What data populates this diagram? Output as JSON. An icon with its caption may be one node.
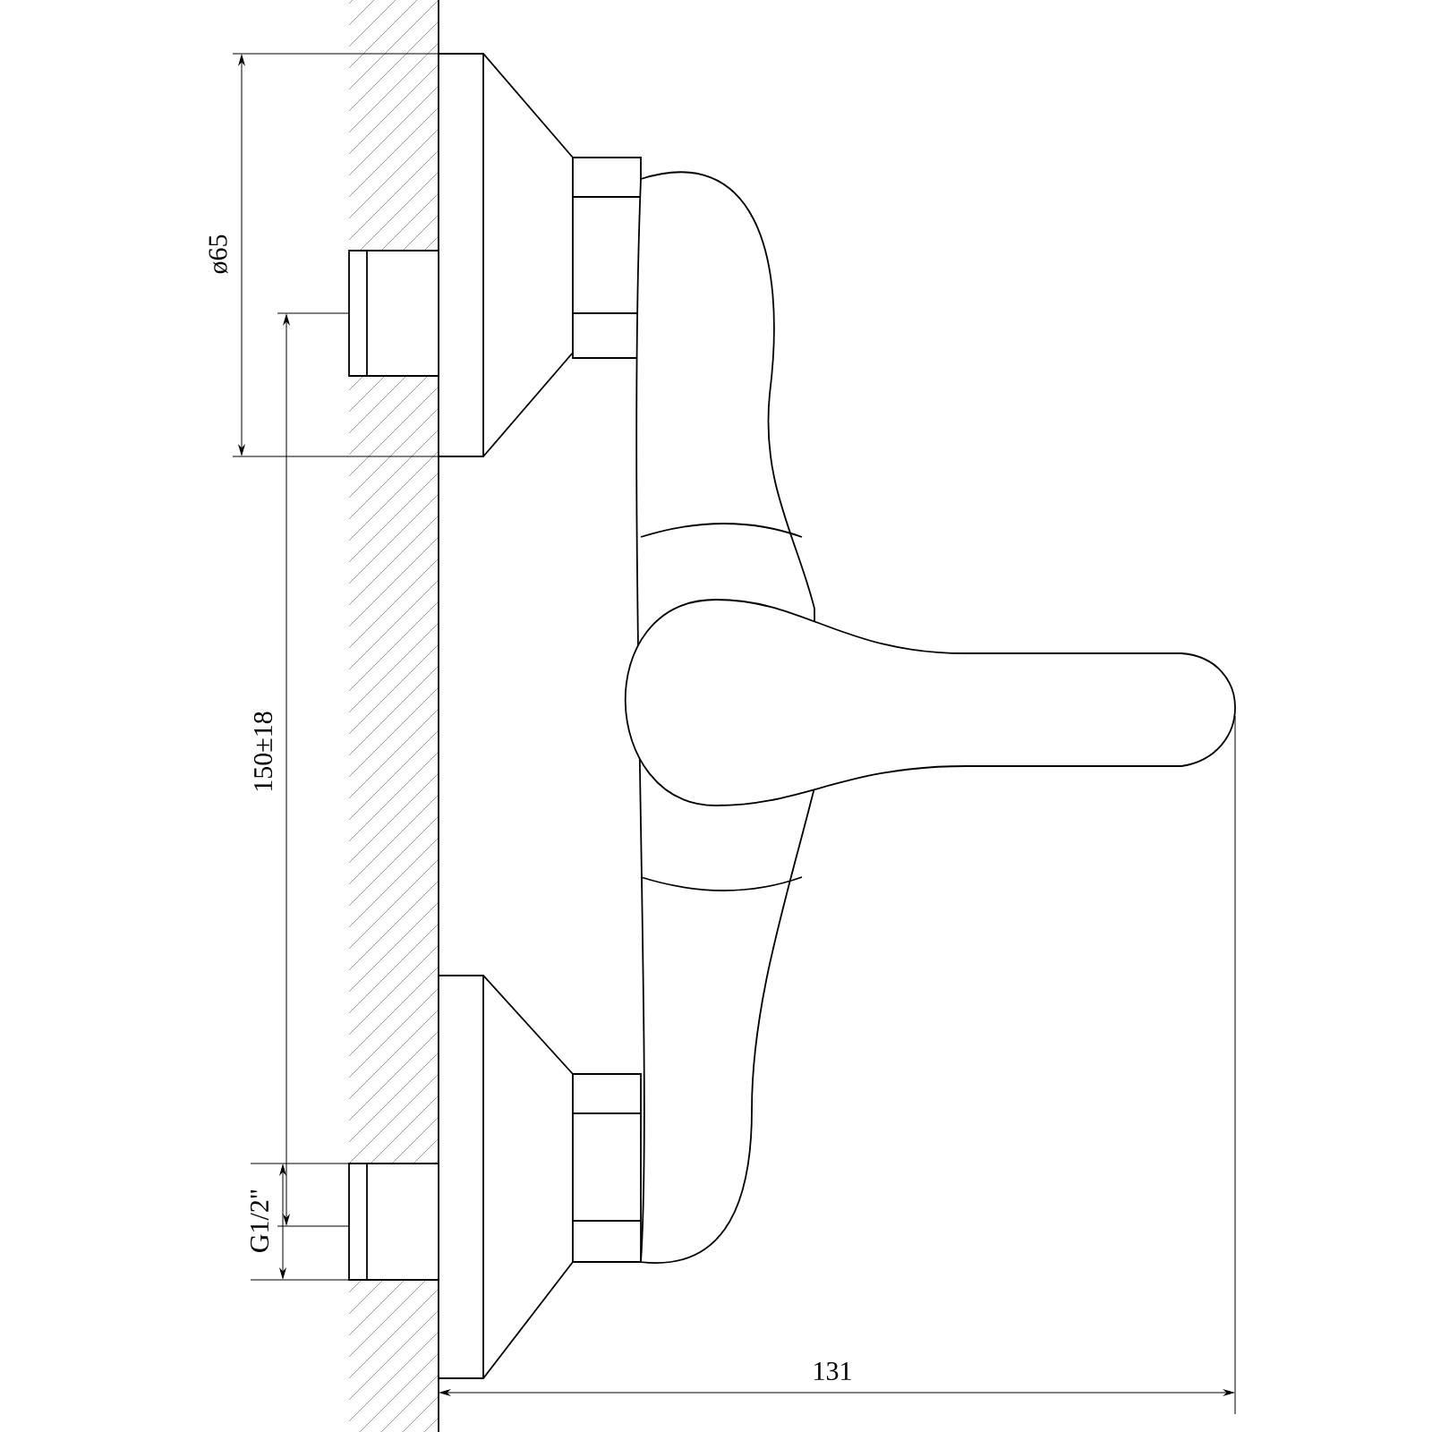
{
  "diagram": {
    "labels": [
      "ø65",
      "150±18",
      "G1/2\"",
      "131"
    ]
  }
}
